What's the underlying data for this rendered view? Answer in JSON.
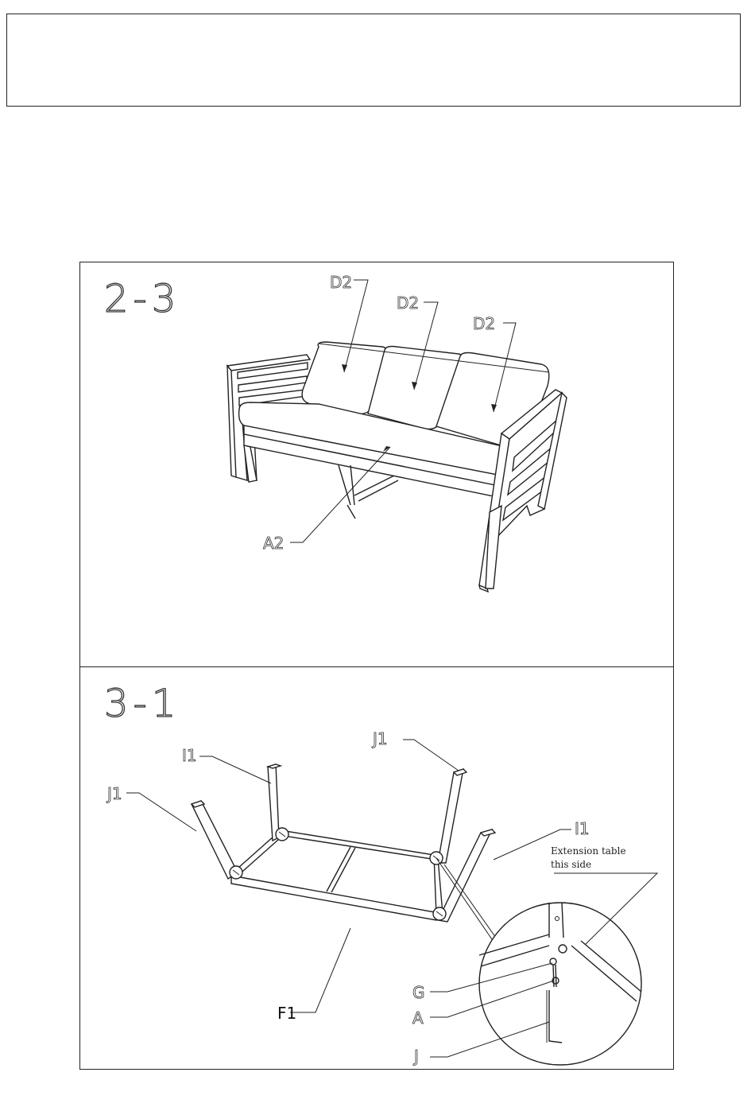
{
  "panels": [
    {
      "step": "2-3",
      "labels": {
        "cushion_1": "D2",
        "cushion_2": "D2",
        "cushion_3": "D2",
        "seat": "A2"
      }
    },
    {
      "step": "3-1",
      "labels": {
        "leg_back_left": "I1",
        "leg_back_right": "J1",
        "leg_front_left": "J1",
        "leg_front_right": "I1",
        "frame": "F1",
        "washer": "G",
        "bolt": "A",
        "allen_key": "J"
      },
      "note_line1": "Extension table",
      "note_line2": "this side"
    }
  ]
}
